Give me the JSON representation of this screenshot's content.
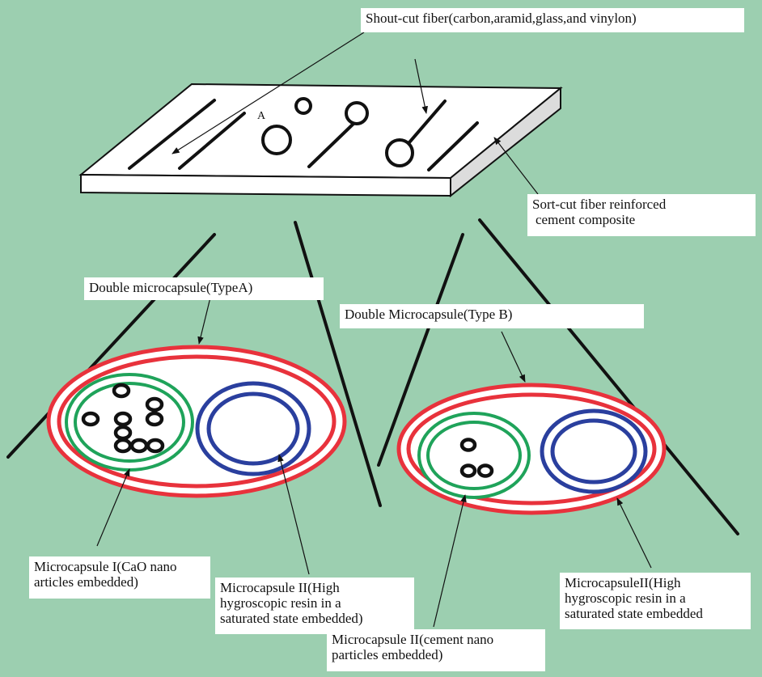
{
  "labels": {
    "fiber_top": "Shout-cut fiber(carbon,aramid,glass,and vinylon)",
    "composite_line1": "Sort-cut fiber reinforced",
    "composite_line2": "cement composite",
    "point_a": "A",
    "type_a": "Double microcapsule(TypeA)",
    "type_b": "Double Microcapsule(Type B)",
    "mc1_line1": "Microcapsule I(CaO nano",
    "mc1_line2": "articles embedded)",
    "mc2a_line1": "Microcapsule II(High",
    "mc2a_line2": "hygroscopic resin in a",
    "mc2a_line3": "saturated state embedded)",
    "mc2b_line1": "MicrocapsuleII(High",
    "mc2b_line2": "hygroscopic resin in a",
    "mc2b_line3": "saturated state embedded",
    "mc_cement_line1": "Microcapsule II(cement nano",
    "mc_cement_line2": "particles embedded)"
  },
  "colors": {
    "background": "#9ccfb0",
    "outer_ring": "#e8323c",
    "inner_green": "#1fa35a",
    "inner_blue": "#2a3f9e",
    "lines": "#111111",
    "label_bg": "#ffffff"
  }
}
